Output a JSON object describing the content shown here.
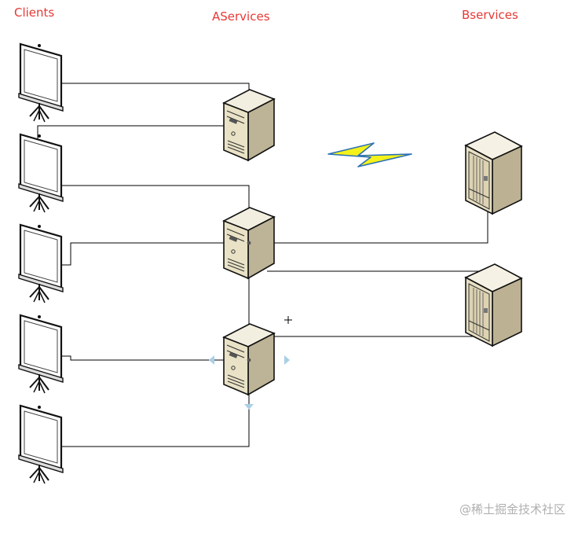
{
  "titles": {
    "clients": "Clients",
    "aservices": "AServices",
    "bservices": "Bservices"
  },
  "watermark": "@稀土掘金技术社区",
  "colors": {
    "title": "#e53935",
    "line": "#000000",
    "lightning_fill": "#f5f11a",
    "lightning_outline": "#2a70b8",
    "server_front": "#e9e2c6",
    "selection_handle": "#a9cfe6"
  },
  "icons": {
    "client": "projection-screen-icon",
    "a_server": "tower-server-icon",
    "b_server": "rack-server-icon",
    "link": "lightning-bolt-icon"
  }
}
